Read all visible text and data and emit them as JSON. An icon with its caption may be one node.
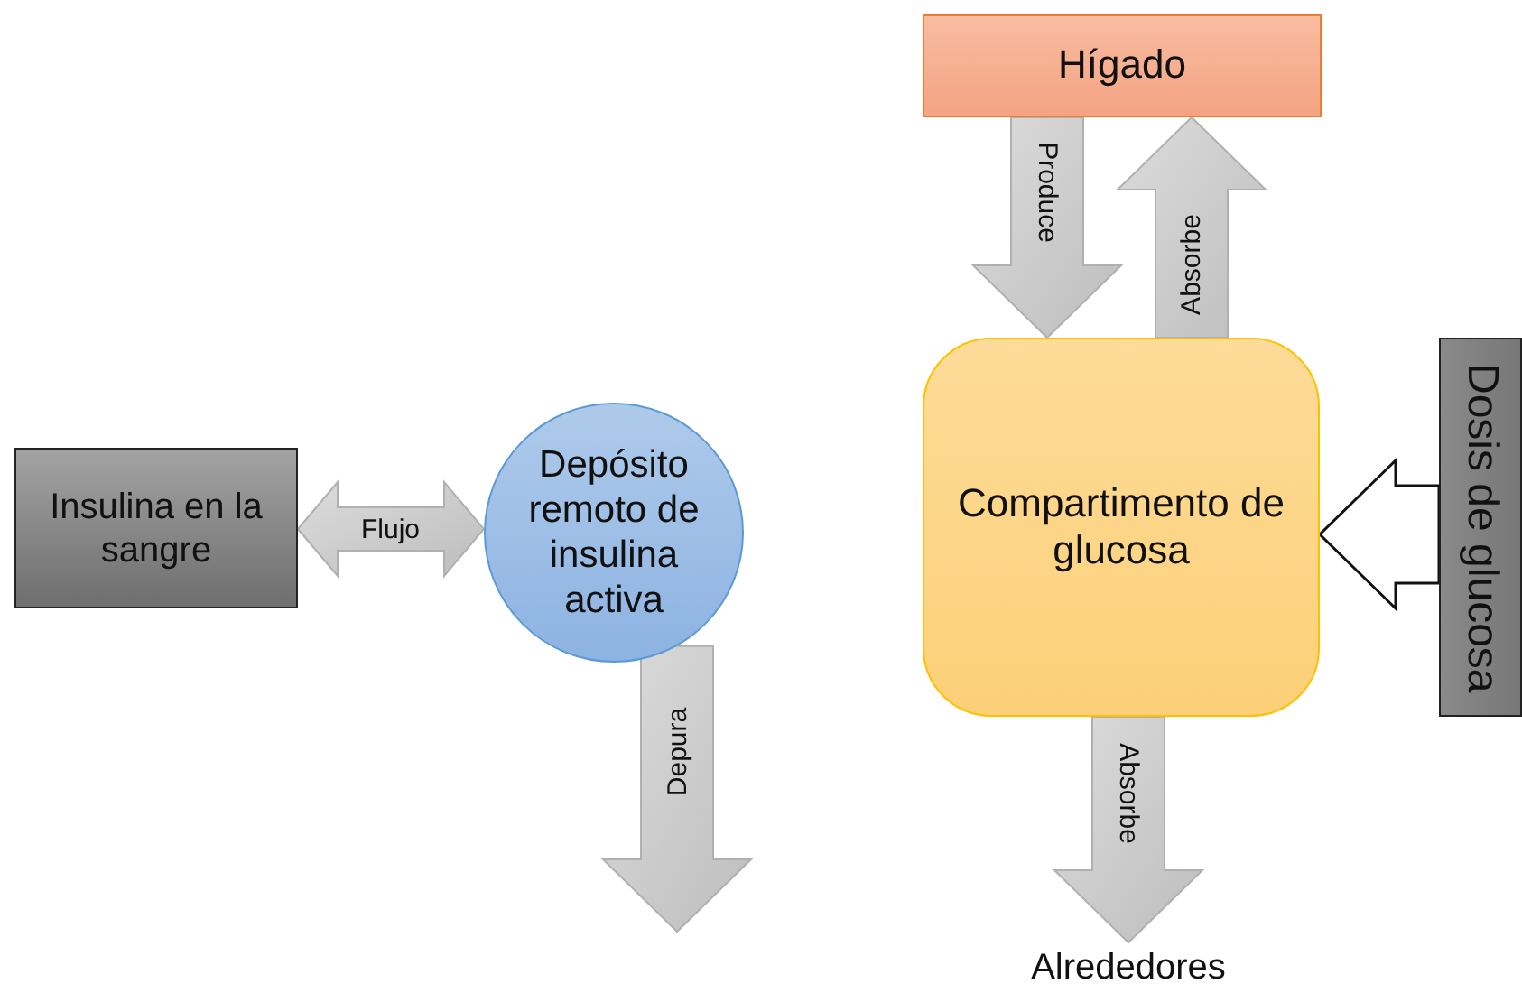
{
  "diagram": {
    "nodes": [
      {
        "text": [
          "Insulina en la sangre"
        ]
      },
      {
        "text": [
          "Depósito remoto de insulina activa"
        ]
      },
      {
        "text": [
          "Hígado"
        ]
      },
      {
        "text": [
          "Compartimento de glucosa"
        ]
      },
      {
        "text": [
          "Dosis de glucosa"
        ]
      },
      {
        "text": [
          "Alrededores"
        ]
      }
    ],
    "edges": [
      {
        "from": 0,
        "to": 1,
        "arrow": "both",
        "label": "Flujo"
      },
      {
        "from": 1,
        "to": null,
        "arrow": "to",
        "label": "Depura"
      },
      {
        "from": 2,
        "to": 3,
        "arrow": "to",
        "label": "Produce"
      },
      {
        "from": 3,
        "to": 2,
        "arrow": "to",
        "label": "Absorbe"
      },
      {
        "from": 3,
        "to": 5,
        "arrow": "to",
        "label": "Absorbe"
      },
      {
        "from": 4,
        "to": 3,
        "arrow": "to",
        "color": "#ffffff"
      }
    ]
  }
}
